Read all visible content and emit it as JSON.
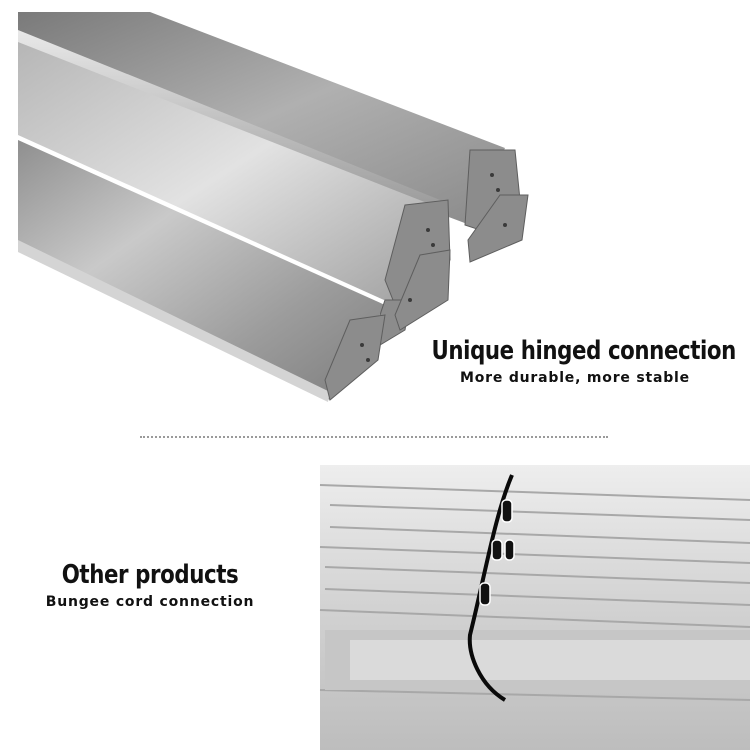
{
  "feature": {
    "title": "Unique hinged connection",
    "subtitle": "More durable, more stable"
  },
  "comparison": {
    "title": "Other products",
    "subtitle": "Bungee cord connection"
  },
  "colors": {
    "steel_light": "#d9d9d9",
    "steel_mid": "#a8a8a8",
    "steel_dark": "#6e6e6e",
    "aluminum": "#dcdcdc",
    "cord": "#0a0a0a",
    "text": "#111111"
  }
}
